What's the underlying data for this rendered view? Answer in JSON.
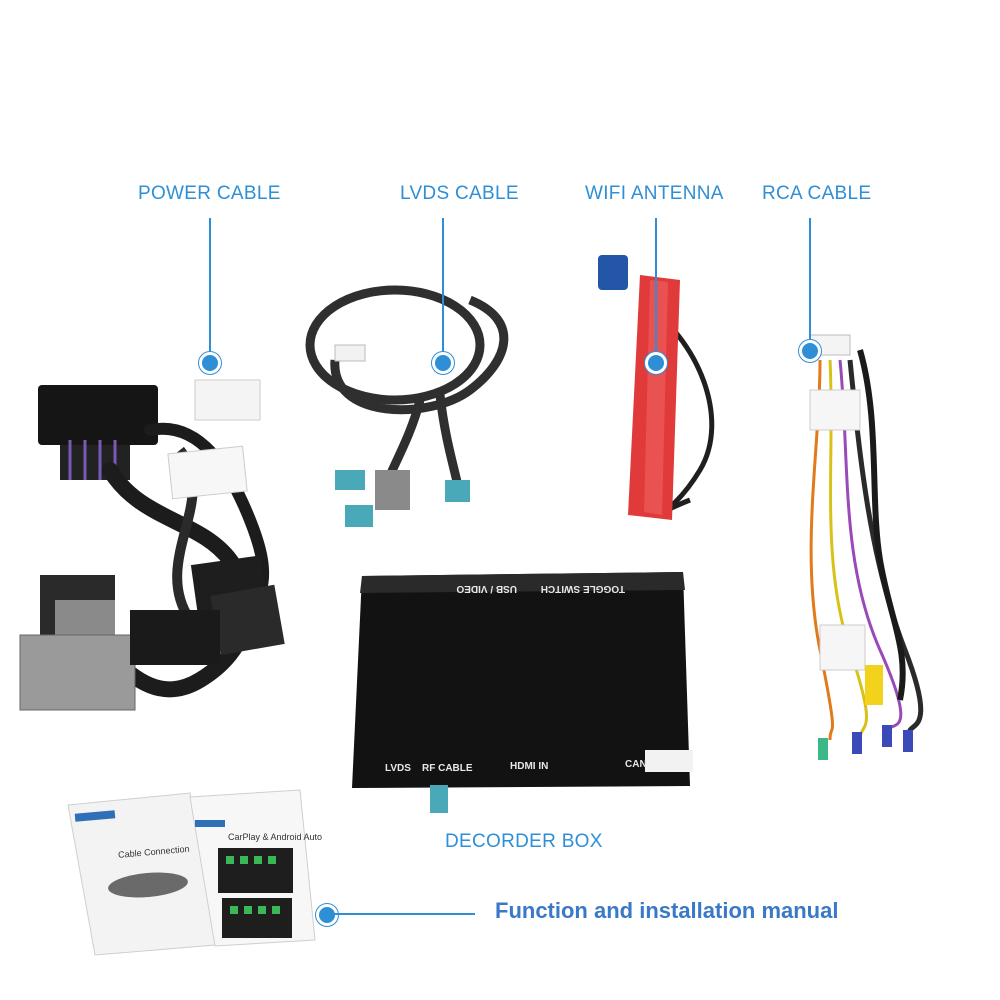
{
  "callouts": {
    "power_cable": "POWER CABLE",
    "lvds_cable": "LVDS CABLE",
    "wifi_antenna": "WIFI ANTENNA",
    "rca_cable": "RCA CABLE",
    "decoder_box": "DECORDER BOX",
    "manual": "Function and installation manual"
  },
  "decoder_box_labels": {
    "top_usb": "USB / VIDEO",
    "top_toggle": "TOGGLE  SWITCH",
    "bottom_lvds": "LVDS",
    "bottom_rf": "RF CABLE",
    "bottom_hdmi": "HDMI IN",
    "bottom_can": "CAN"
  },
  "manual_pages": {
    "left_page_title": "Cable Connection",
    "right_page_title": "CarPlay & Android Auto"
  },
  "colors": {
    "accent": "#2e8fd6",
    "manual_title": "#3a78c8"
  }
}
